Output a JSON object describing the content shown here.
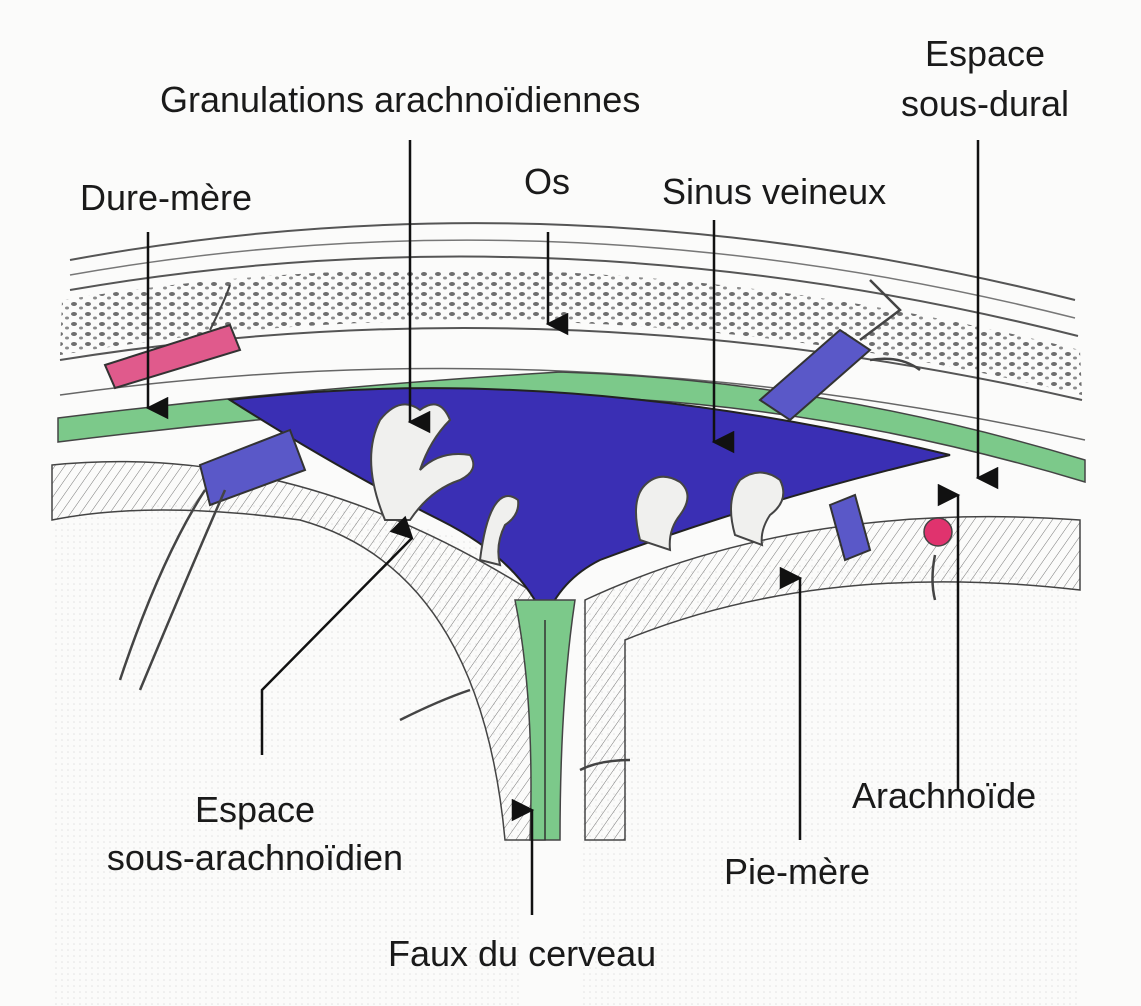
{
  "labels": {
    "granulations": "Granulations arachnoïdiennes",
    "espace_sous_dural_1": "Espace",
    "espace_sous_dural_2": "sous-dural",
    "dure_mere": "Dure-mère",
    "os": "Os",
    "sinus": "Sinus veineux",
    "espace_sous_arach_1": "Espace",
    "espace_sous_arach_2": "sous-arachnoïdien",
    "arachnoide": "Arachnoïde",
    "pie_mere": "Pie-mère",
    "faux": "Faux du cerveau"
  },
  "colors": {
    "sinus": "#3a2fb4",
    "dura_green": "#7cc98a",
    "vein_blue": "#5a58c8",
    "artery_pink": "#e05a8c",
    "outline": "#333333"
  }
}
